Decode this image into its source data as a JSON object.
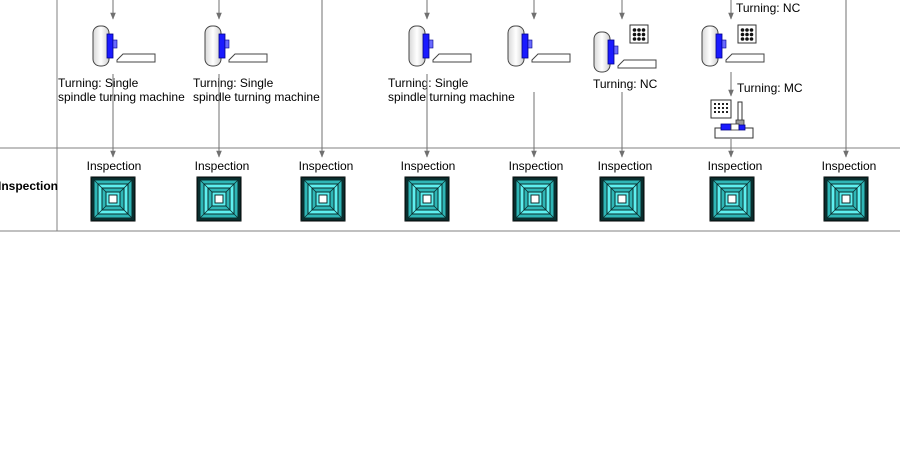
{
  "row": {
    "label": "Inspection"
  },
  "columns": [
    {
      "machine": "lathe",
      "label_lines": [
        "Turning: Single",
        "spindle turning machine"
      ],
      "inspection_label": "Inspection"
    },
    {
      "machine": "lathe",
      "label_lines": [
        "Turning: Single",
        "spindle turning machine"
      ],
      "inspection_label": "Inspection"
    },
    {
      "machine": "none",
      "label_lines": [],
      "inspection_label": "Inspection"
    },
    {
      "machine": "lathe",
      "label_lines": [
        "Turning: Single",
        "spindle turning machine"
      ],
      "inspection_label": "Inspection"
    },
    {
      "machine": "lathe",
      "label_lines": [],
      "inspection_label": "Inspection"
    },
    {
      "machine": "nc-lathe",
      "label_lines": [
        "Turning: NC"
      ],
      "inspection_label": "Inspection"
    },
    {
      "machine": "nc-lathe-plus-mc",
      "label_above": "Turning: NC",
      "label_lines": [
        "Turning: MC"
      ],
      "inspection_label": "Inspection"
    },
    {
      "machine": "none",
      "label_lines": [],
      "inspection_label": "Inspection"
    }
  ],
  "colors": {
    "line": "#707070",
    "grid": "#808080",
    "chuck": "#1a1aff",
    "tube_light": "#5ef0f0",
    "tube_dark": "#0a2e2e"
  },
  "icons": {
    "lathe": "lathe-machine-icon",
    "nc_panel": "nc-control-panel-icon",
    "mc": "machining-center-icon",
    "inspection": "inspection-station-icon"
  }
}
